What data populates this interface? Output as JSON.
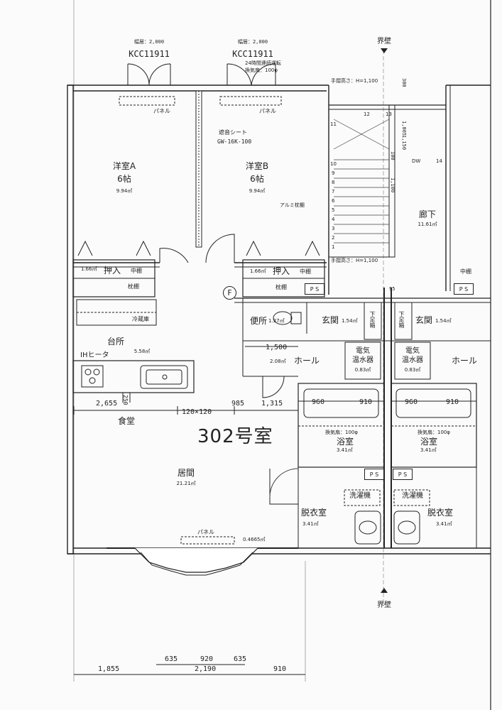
{
  "unit_number": "302号室",
  "boundary_top": "界壁",
  "boundary_bottom": "界壁",
  "windows": [
    {
      "width_label": "幅居：2,000",
      "code": "KCC11911"
    },
    {
      "width_label": "幅居：2,000",
      "code": "KCC11911",
      "note1": "24時間連続運転",
      "note2": "換気扇：100φ"
    }
  ],
  "panel_label": "パネル",
  "soundproof_sheet": {
    "line1": "遮音シート",
    "line2": "GW-16K-100"
  },
  "handrail_height": "手摺高さ：H=1,100",
  "aluminum_rail": "アルミ枕棚",
  "rooms": {
    "western_a": {
      "name": "洋室A",
      "size": "6帖",
      "area": "9.94㎡"
    },
    "western_b": {
      "name": "洋室B",
      "size": "6帖",
      "area": "9.94㎡"
    },
    "corridor": {
      "name": "廊下",
      "area": "11.61㎡"
    },
    "closet": {
      "name": "押入",
      "area": "1.66㎡",
      "shelf_mid": "中棚",
      "shelf_pillow": "枕棚"
    },
    "fridge": "冷蔵庫",
    "kitchen": {
      "name": "台所",
      "area": "5.58㎡",
      "heater": "IHヒータ"
    },
    "toilet": {
      "name": "便所",
      "area": "1.37㎡"
    },
    "entrance": {
      "name": "玄関",
      "area": "1.54㎡"
    },
    "shoe_box": "下足箱",
    "hall": {
      "name": "ホール",
      "area": "2.08㎡"
    },
    "water_heater": {
      "line1": "電気",
      "line2": "温水器",
      "area": "0.83㎡"
    },
    "dining": "食堂",
    "living": {
      "name": "居間",
      "area": "21.21㎡"
    },
    "bath": {
      "name": "浴室",
      "area": "3.41㎡",
      "fan": "換気扇：100φ"
    },
    "washer": "洗濯機",
    "dressing": {
      "name": "脱衣室",
      "area": "3.41㎡"
    },
    "bay_area": "0.4665㎡"
  },
  "ps": "P S",
  "fixture_size": "120×120",
  "dw": "DW",
  "dims": {
    "top_300": "300",
    "top_1005": "1,005",
    "top_1150": "1,150",
    "top_100": "100",
    "top_1100": "1,100",
    "d1500": "1,500",
    "d2655": "2,655",
    "d985": "985",
    "d1315": "1,315",
    "d960": "960",
    "d910": "910",
    "d250": "250",
    "b635a": "635",
    "b920": "920",
    "b635b": "635",
    "b1855": "1,855",
    "b2190": "2,190",
    "b910": "910",
    "s95": "95"
  },
  "stair_steps_left": [
    "1",
    "2",
    "3",
    "4",
    "5",
    "6",
    "7",
    "8",
    "9",
    "10",
    "11"
  ],
  "stair_steps_top": [
    "12",
    "13",
    "14"
  ],
  "fmark": "F"
}
